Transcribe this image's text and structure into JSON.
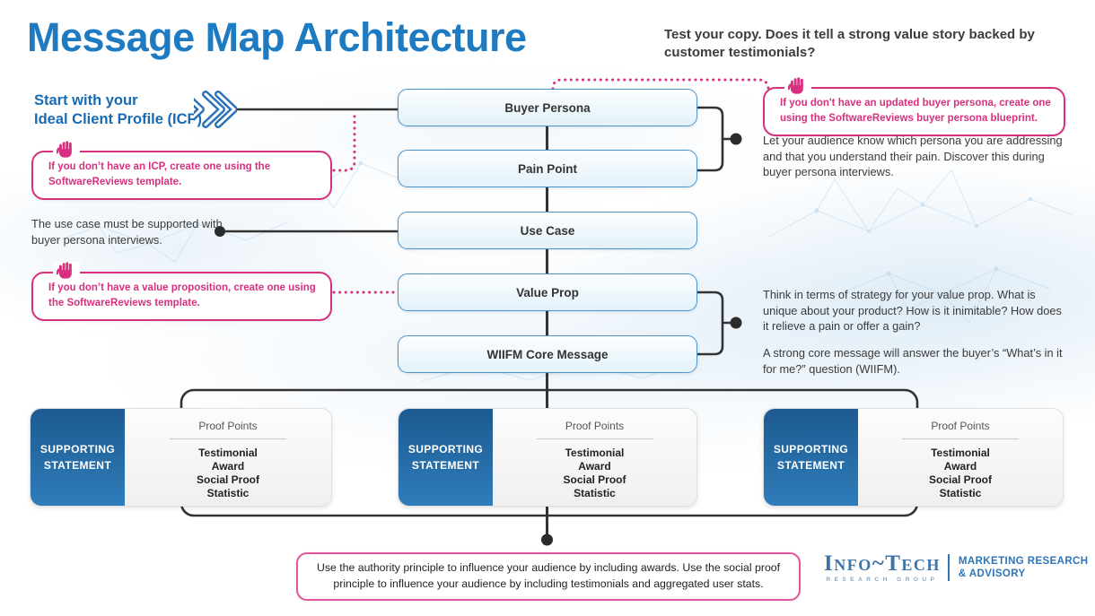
{
  "header": {
    "title": "Message Map Architecture",
    "tagline": "Test your copy. Does it tell a strong value story backed by customer testimonials?"
  },
  "start": {
    "line1": "Start with your",
    "line2": "Ideal Client Profile (ICP)",
    "icon": "double-chevron-right-icon"
  },
  "flow": {
    "boxes": [
      "Buyer Persona",
      "Pain Point",
      "Use Case",
      "Value Prop",
      "WIIFM Core Message"
    ]
  },
  "callouts": {
    "icon": "stop-hand-icon",
    "icp": "If you don’t have an ICP, create one using the SoftwareReviews template.",
    "buyer_persona": "If you don't have an updated buyer persona, create one using the SoftwareReviews buyer persona blueprint.",
    "value_prop": "If you don’t have a value proposition, create one using the SoftwareReviews template.",
    "authority": "Use the authority principle to influence your audience by including awards. Use the social proof principle to influence your audience by including testimonials and aggregated user stats."
  },
  "notes": {
    "persona": "Let your audience know which persona you are addressing and that you understand their pain. Discover this during buyer persona interviews.",
    "use_case": "The use case must be supported with buyer persona interviews.",
    "value_prop": "Think in terms of strategy for your value prop. What is unique about your product? How is it inimitable? How does it relieve a pain or offer a gain?",
    "wiifm": "A strong core message will answer the buyer’s “What’s in it for me?” question (WIIFM)."
  },
  "supporting_cards": [
    {
      "label": "SUPPORTING STATEMENT",
      "proof_title": "Proof Points",
      "items": [
        "Testimonial",
        "Award",
        "Social Proof",
        "Statistic"
      ]
    },
    {
      "label": "SUPPORTING STATEMENT",
      "proof_title": "Proof Points",
      "items": [
        "Testimonial",
        "Award",
        "Social Proof",
        "Statistic"
      ]
    },
    {
      "label": "SUPPORTING STATEMENT",
      "proof_title": "Proof Points",
      "items": [
        "Testimonial",
        "Award",
        "Social Proof",
        "Statistic"
      ]
    }
  ],
  "logo": {
    "brand": "Info~Tech",
    "brand_sub": "RESEARCH GROUP",
    "division_line1": "MARKETING RESEARCH",
    "division_line2": "& ADVISORY"
  },
  "colors": {
    "title_blue": "#1e7ac1",
    "start_blue": "#176bb3",
    "pink": "#d6307e",
    "line_dark": "#333333",
    "flow_box_border": "#4e94cc",
    "flow_box_fill": "#e2f1fa",
    "supporting_blue_top": "#1d5a90",
    "supporting_blue_bottom": "#2f7dbb",
    "logo_blue": "#2e74b8"
  }
}
